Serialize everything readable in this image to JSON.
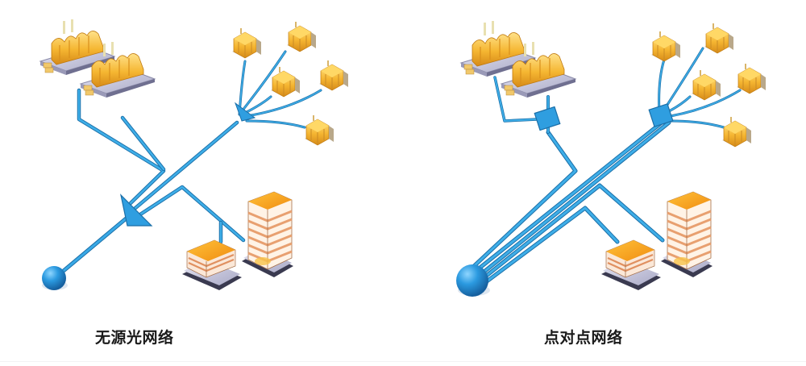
{
  "diagrams": [
    {
      "id": "pon",
      "caption": "无源光网络",
      "topology": "passive-optical-network",
      "central_office": "blue-sphere",
      "splitters": [
        "triangle-splitter-main",
        "triangle-splitter-branch"
      ],
      "endpoints": {
        "factories": 2,
        "houses": 5,
        "office_low": 1,
        "office_tower": 1
      }
    },
    {
      "id": "p2p",
      "caption": "点对点网络",
      "topology": "point-to-point",
      "central_office": "blue-sphere",
      "splitters": [
        "square-box-factories",
        "square-box-houses"
      ],
      "endpoints": {
        "factories": 2,
        "houses": 5,
        "office_low": 1,
        "office_tower": 1
      }
    }
  ],
  "colors": {
    "fiber": "#2a9ad6",
    "fiber_dark": "#1b6fa8",
    "fiber_light": "#8fd0f2",
    "sphere": "#2b8fd3",
    "building_orange": "#f4a72a",
    "building_yellow": "#ffd35c",
    "building_stripe": "#e8a070",
    "platform": "#c9c9e0",
    "caption_text": "#1a1a1a"
  }
}
